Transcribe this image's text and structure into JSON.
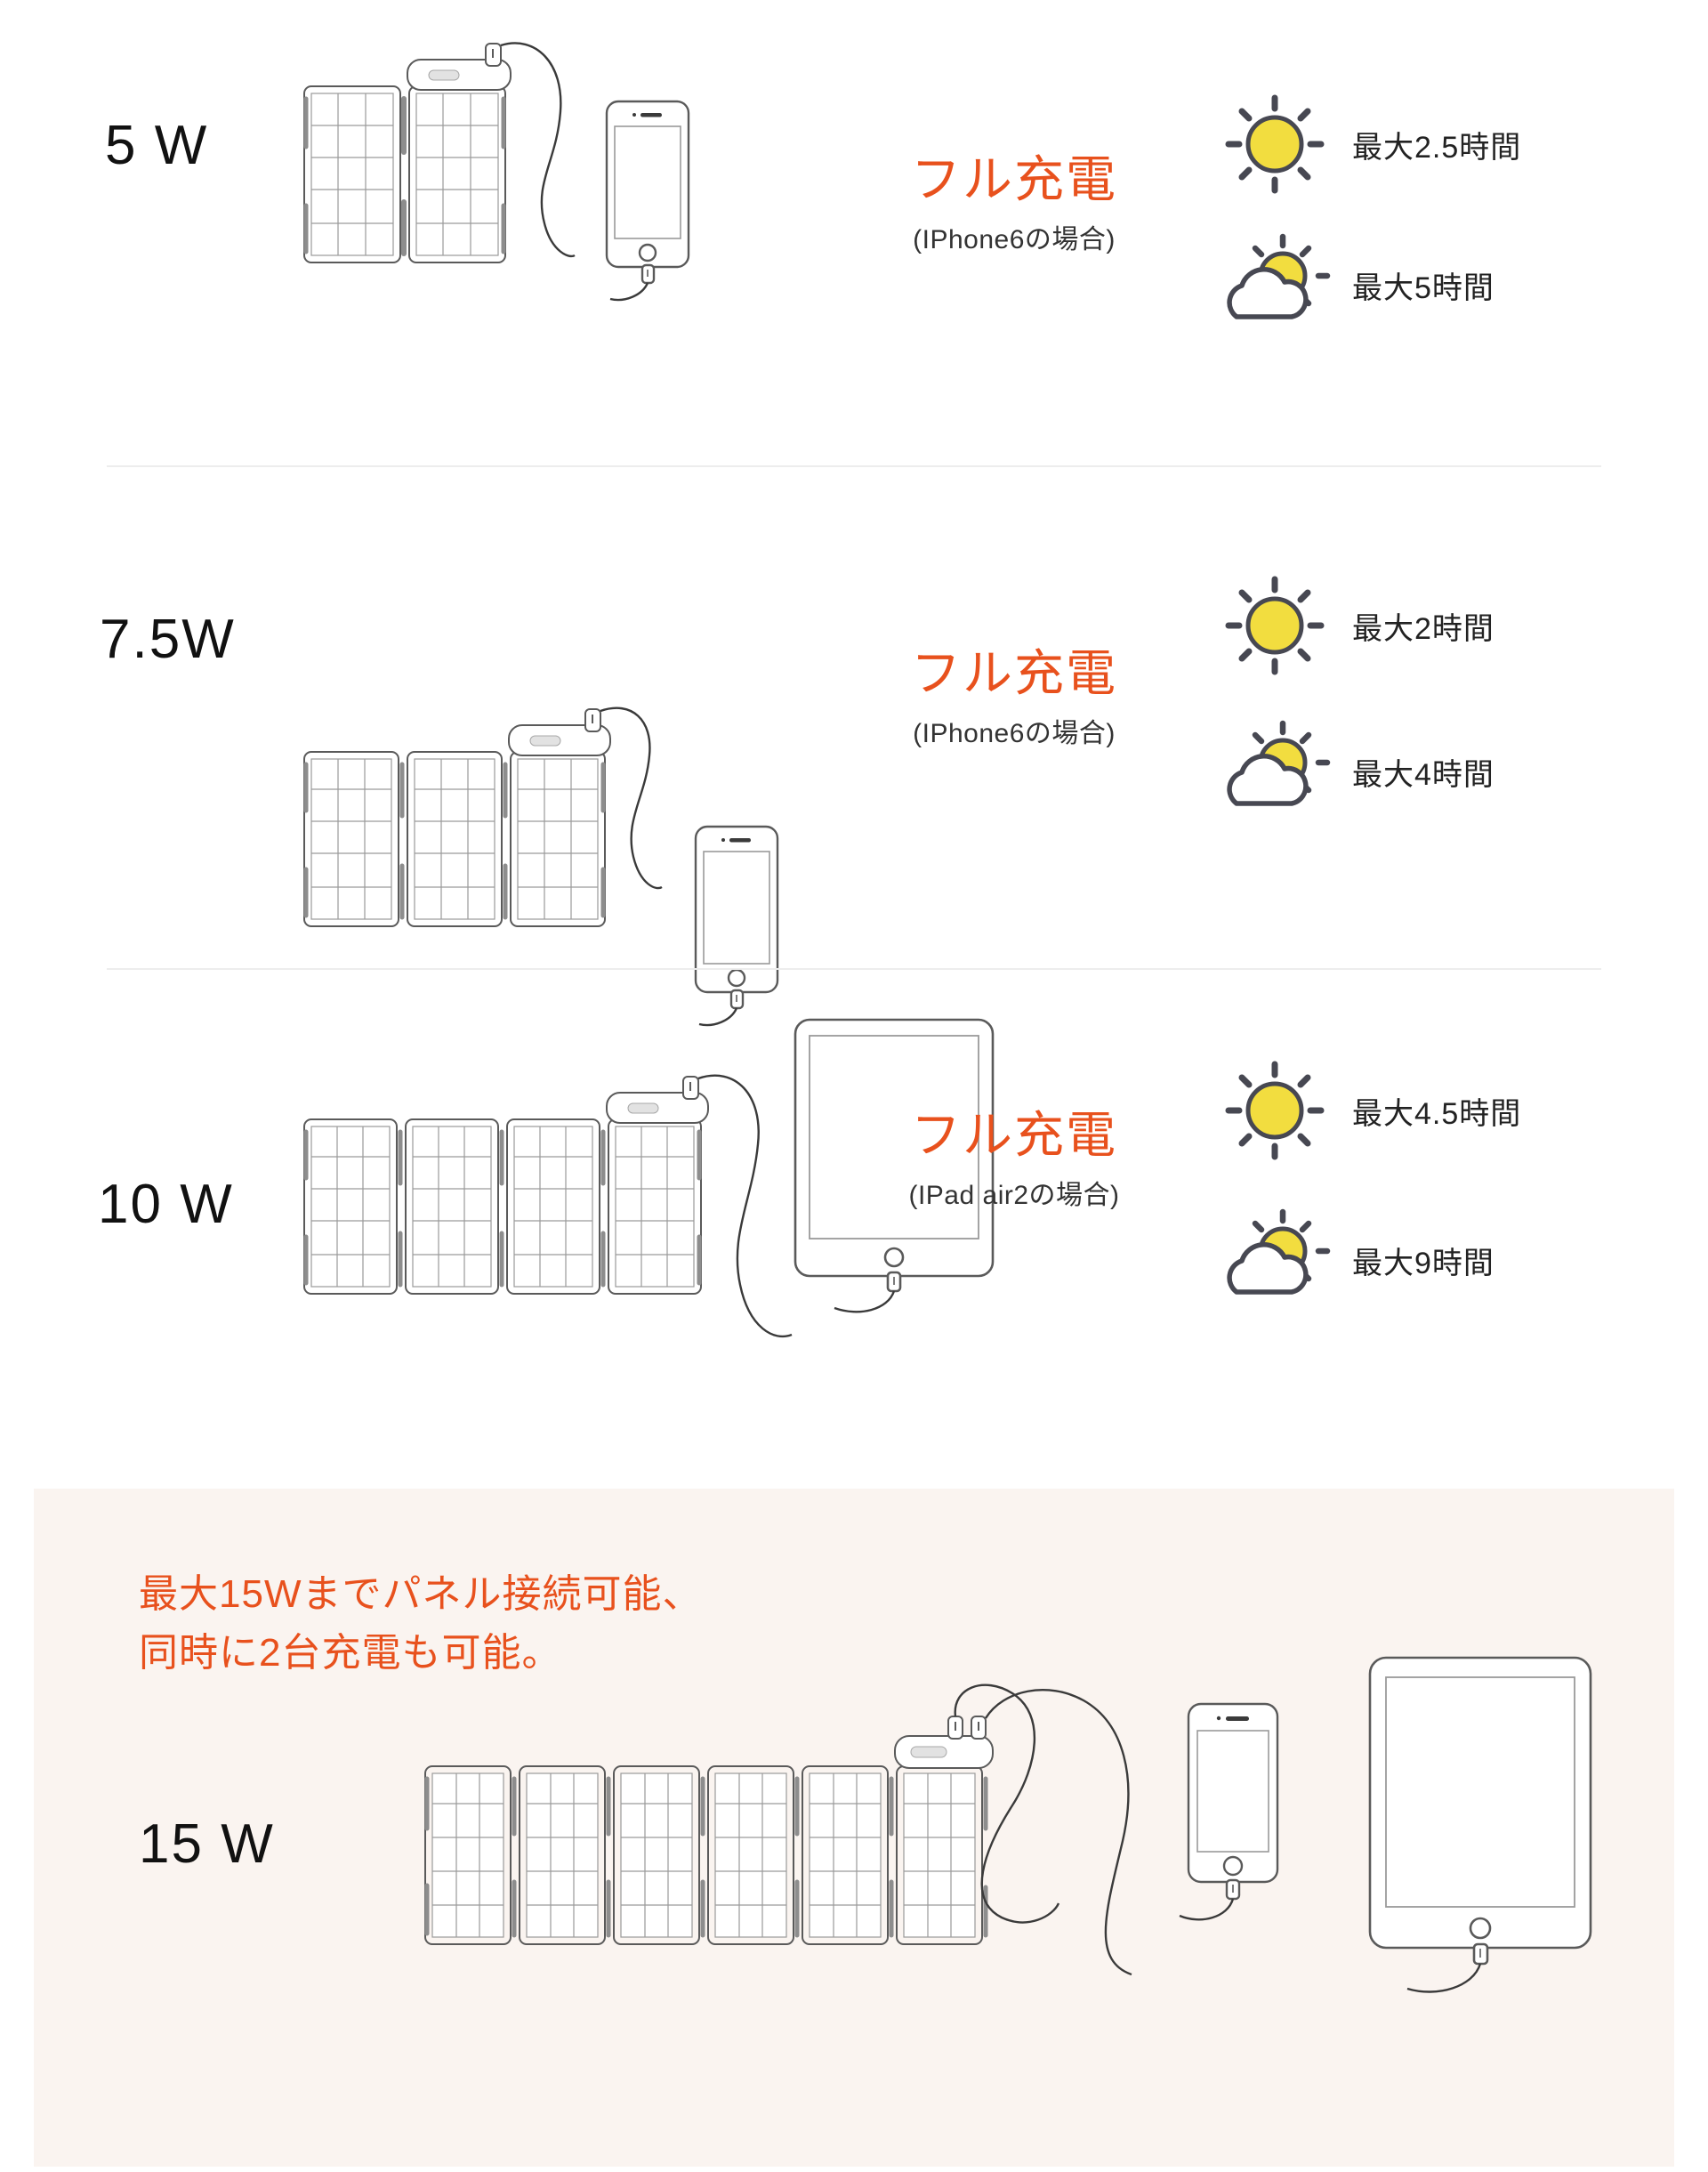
{
  "rows": [
    {
      "watt": "5 W",
      "charge_title": "フル充電",
      "charge_sub": "(IPhone6の場合)",
      "weather": [
        {
          "icon": "sun-icon",
          "text": "最大2.5時間"
        },
        {
          "icon": "partly-cloudy-icon",
          "text": "最大5時間"
        }
      ],
      "panel_count": 2,
      "device": "iphone"
    },
    {
      "watt": "7.5W",
      "charge_title": "フル充電",
      "charge_sub": "(IPhone6の場合)",
      "weather": [
        {
          "icon": "sun-icon",
          "text": "最大2時間"
        },
        {
          "icon": "partly-cloudy-icon",
          "text": "最大4時間"
        }
      ],
      "panel_count": 3,
      "device": "iphone"
    },
    {
      "watt": "10 W",
      "charge_title": "フル充電",
      "charge_sub": "(IPad air2の場合)",
      "weather": [
        {
          "icon": "sun-icon",
          "text": "最大4.5時間"
        },
        {
          "icon": "partly-cloudy-icon",
          "text": "最大9時間"
        }
      ],
      "panel_count": 4,
      "device": "ipad"
    }
  ],
  "highlight": {
    "watt": "15 W",
    "headline_line1": "最大15Wまでパネル接続可能、",
    "headline_line2": "同時に2台充電も可能。",
    "panel_count": 6,
    "devices": [
      "iphone",
      "ipad"
    ]
  },
  "colors": {
    "accent_orange": "#e8511d",
    "sun_yellow": "#f2dd3f",
    "icon_outline": "#474852",
    "panel_bg": "#faf4f0",
    "divider": "#ededed",
    "line_art": "#5a5a5a"
  }
}
